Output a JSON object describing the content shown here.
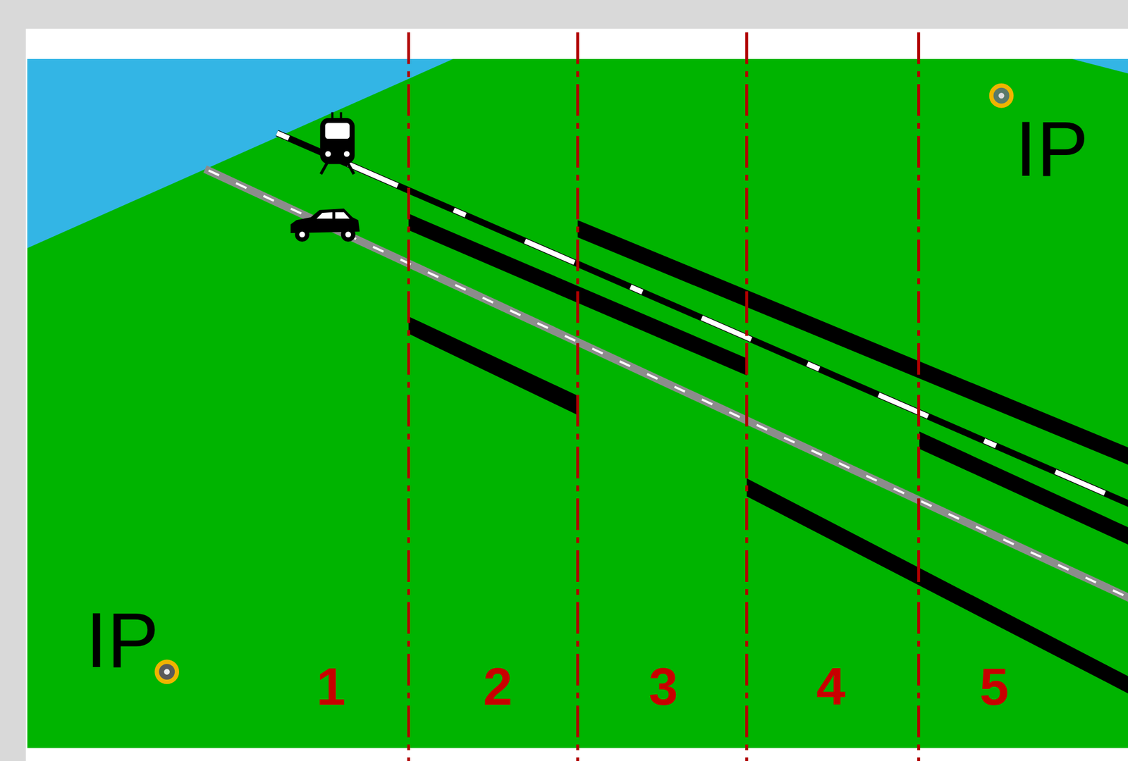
{
  "diagram": {
    "labels": [
      "IP",
      "IP",
      "1",
      "2",
      "3",
      "4",
      "5"
    ]
  }
}
